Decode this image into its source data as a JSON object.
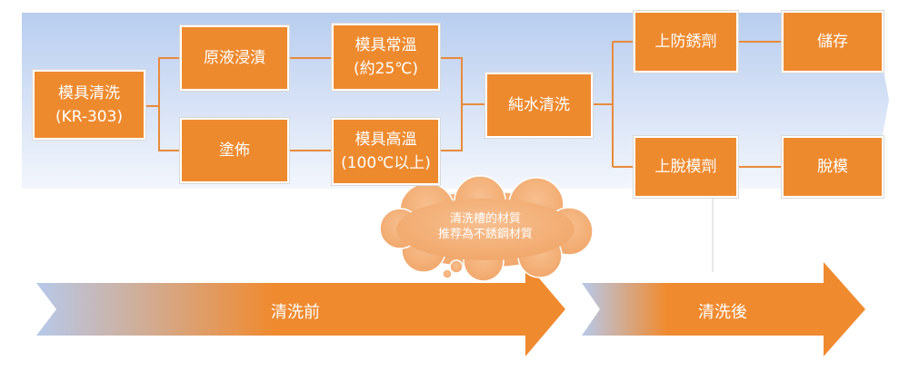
{
  "colors": {
    "box_fill": "#ee8a2e",
    "connector": "#e98a3a",
    "band_blue": "#cbdaf2",
    "arrow_orange": "#f08a2f",
    "arrow_blue": "#b7c9ea",
    "cloud_fill": "#f5b27a"
  },
  "steps": {
    "mold_clean": {
      "line1": "模具清洗",
      "line2": "(KR-303)"
    },
    "dip": {
      "line1": "原液浸漬"
    },
    "coat": {
      "line1": "塗佈"
    },
    "room_temp": {
      "line1": "模具常溫",
      "line2": "(約25℃)"
    },
    "high_temp": {
      "line1": "模具高溫",
      "line2": "(100℃以上)"
    },
    "pure_water": {
      "line1": "純水清洗"
    },
    "rust": {
      "line1": "上防銹劑"
    },
    "storage": {
      "line1": "儲存"
    },
    "release": {
      "line1": "上脫模劑"
    },
    "demold": {
      "line1": "脫模"
    }
  },
  "callout": {
    "line1": "清洗槽的材質",
    "line2": "推荐為不銹鋼材質"
  },
  "phases": {
    "before": "清洗前",
    "after": "清洗後"
  }
}
